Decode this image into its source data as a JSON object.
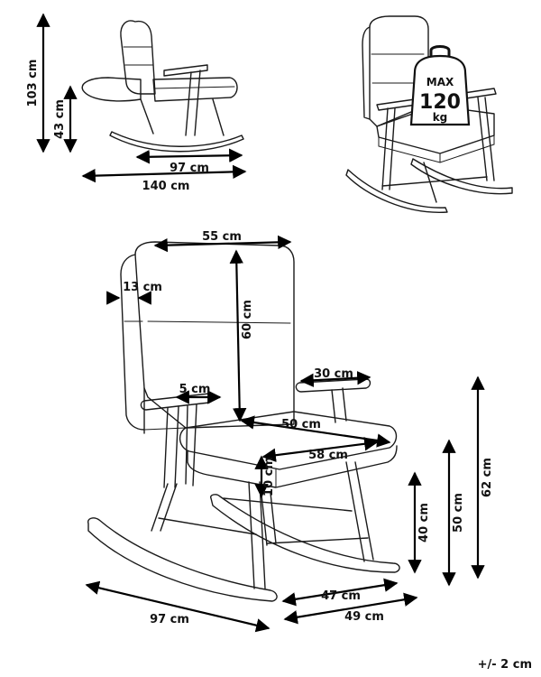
{
  "side_view": {
    "height_total": "103 cm",
    "seat_height": "43 cm",
    "depth_seat": "97 cm",
    "depth_total": "140 cm"
  },
  "load_badge": {
    "line1": "MAX",
    "line2": "120",
    "line3": "kg"
  },
  "front_view": {
    "back_width": "55 cm",
    "back_thickness": "13 cm",
    "back_height": "60 cm",
    "armrest_length": "30 cm",
    "armrest_width": "5 cm",
    "seat_width": "50 cm",
    "seat_depth": "58 cm",
    "cushion_thickness": "10 cm",
    "seat_height": "40 cm",
    "armrest_height": "50 cm",
    "overall_arm_height": "62 cm",
    "depth_inner": "47 cm",
    "depth_outer": "49 cm",
    "length": "97 cm"
  },
  "tolerance": "+/- 2 cm"
}
